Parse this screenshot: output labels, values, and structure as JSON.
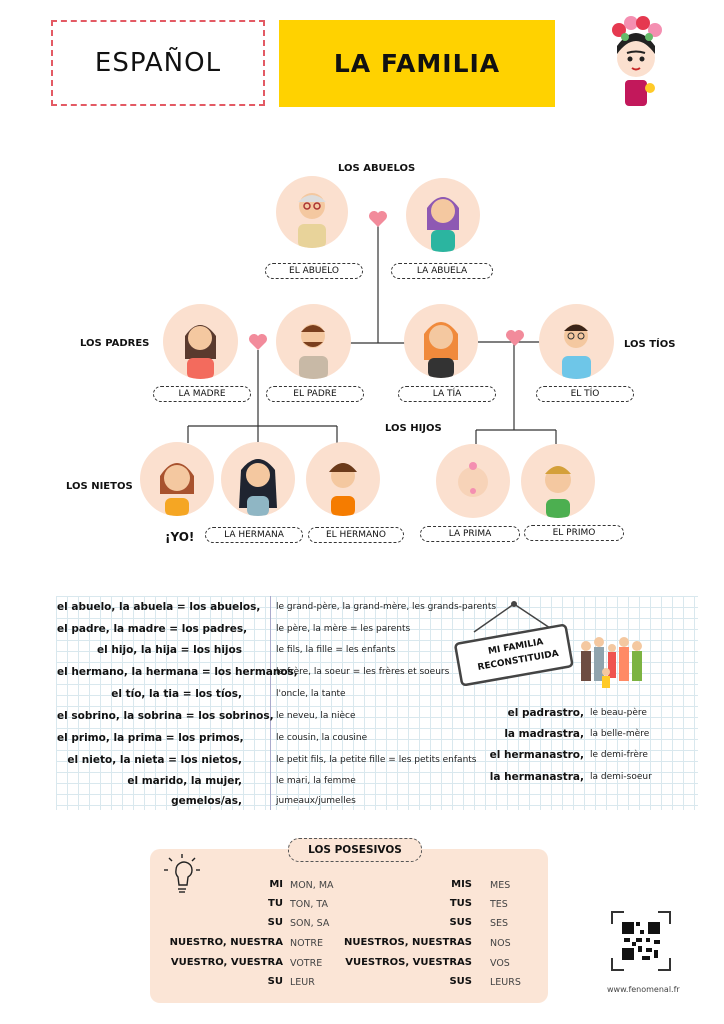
{
  "header": {
    "subject": "ESPAÑOL",
    "title": "LA FAMILIA"
  },
  "tree": {
    "groups": {
      "abuelos": "LOS ABUELOS",
      "padres": "LOS PADRES",
      "tios": "LOS TÍOS",
      "hijos": "LOS HIJOS",
      "nietos": "LOS NIETOS",
      "yo": "¡YO!"
    },
    "members": {
      "abuelo": "EL ABUELO",
      "abuela": "LA ABUELA",
      "madre": "LA MADRE",
      "padre": "EL PADRE",
      "tia": "LA TÍA",
      "tio": "EL TÍO",
      "hermana": "LA HERMANA",
      "hermano": "EL HERMANO",
      "prima": "LA PRIMA",
      "primo": "EL PRIMO"
    }
  },
  "vocabulary": [
    {
      "es": "el abuelo, la abuela = los abuelos,",
      "fr": "le grand-père, la grand-mère, les grands-parents"
    },
    {
      "es": "el padre, la madre = los padres,",
      "fr": "le père, la mère = les parents"
    },
    {
      "es": "el hijo, la hija = los hijos",
      "fr": "le fils, la fille = les enfants"
    },
    {
      "es": "el hermano, la hermana = los hermanos,",
      "fr": "le frère, la soeur = les frères et soeurs"
    },
    {
      "es": "el tío, la tia = los tíos,",
      "fr": "l'oncle, la tante"
    },
    {
      "es": "el sobrino, la sobrina = los sobrinos,",
      "fr": "le neveu, la nièce"
    },
    {
      "es": "el primo, la prima = los primos,",
      "fr": "le cousin, la cousine"
    },
    {
      "es": "el nieto, la nieta = los nietos,",
      "fr": "le petit fils, la petite fille = les petits enfants"
    },
    {
      "es": "el marido, la mujer,",
      "fr": "le mari, la femme"
    },
    {
      "es": "gemelos/as,",
      "fr": "jumeaux/jumelles"
    }
  ],
  "reconstituida": {
    "sign_line1": "MI FAMILIA",
    "sign_line2": "RECONSTITUIDA",
    "items": [
      {
        "es": "el padrastro,",
        "fr": "le beau-père"
      },
      {
        "es": "la madrastra,",
        "fr": "la belle-mère"
      },
      {
        "es": "el hermanastro,",
        "fr": "le demi-frère"
      },
      {
        "es": "la hermanastra,",
        "fr": "la demi-soeur"
      }
    ]
  },
  "posesivos": {
    "title": "LOS POSESIVOS",
    "left": [
      {
        "es": "MI",
        "fr": "MON, MA"
      },
      {
        "es": "TU",
        "fr": "TON, TA"
      },
      {
        "es": "SU",
        "fr": "SON, SA"
      },
      {
        "es": "NUESTRO, NUESTRA",
        "fr": "NOTRE"
      },
      {
        "es": "VUESTRO, VUESTRA",
        "fr": "VOTRE"
      },
      {
        "es": "SU",
        "fr": "LEUR"
      }
    ],
    "right": [
      {
        "es": "MIS",
        "fr": "MES"
      },
      {
        "es": "TUS",
        "fr": "TES"
      },
      {
        "es": "SUS",
        "fr": "SES"
      },
      {
        "es": "NUESTROS, NUESTRAS",
        "fr": "NOS"
      },
      {
        "es": "VUESTROS, VUESTRAS",
        "fr": "VOS"
      },
      {
        "es": "SUS",
        "fr": "LEURS"
      }
    ]
  },
  "footer": {
    "website": "www.fenomenal.fr"
  },
  "colors": {
    "accent_yellow": "#ffd200",
    "dash_red": "#e35a64",
    "circle_peach": "#fbe0cf",
    "heart_pink": "#f28b9b",
    "box_peach": "#fbe5d6"
  }
}
